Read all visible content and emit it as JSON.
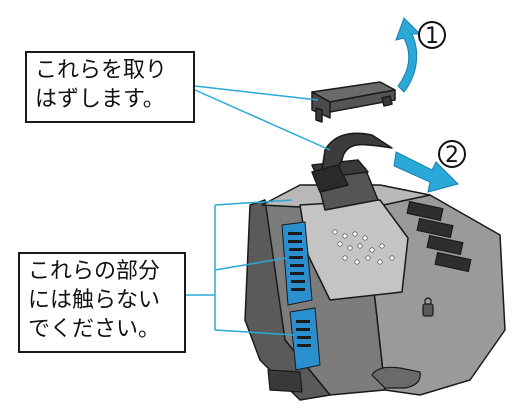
{
  "callouts": {
    "remove": {
      "line1": "これらを取り",
      "line2": "はずします。"
    },
    "do_not_touch": {
      "line1": "これらの部分",
      "line2": "には触らない",
      "line3": "でください。"
    }
  },
  "steps": {
    "first": "1",
    "second": "2"
  },
  "colors": {
    "arrow": "#2aa8d8",
    "leader_line": "#2aa8d8",
    "cartridge_body": "#8c8c8c",
    "cartridge_dark": "#4a4a4a",
    "cartridge_light": "#c4c4c4",
    "contact_area": "#2a8fcf",
    "outline": "#1a1a1a"
  },
  "icons": [
    "curved-up-arrow-icon",
    "right-arrow-icon",
    "lock-icon"
  ]
}
